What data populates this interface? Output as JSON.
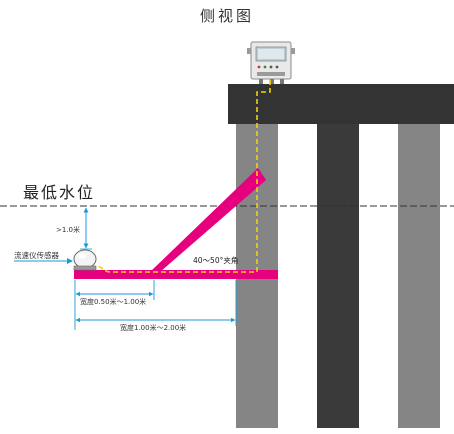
{
  "title": "侧视图",
  "water_level_label": "最低水位",
  "depth_label": ">1.0米",
  "sensor_label": "流速仪传感器",
  "angle_label": "40～50°夹角",
  "width_short_label": "宽度0.50米～1.00米",
  "width_long_label": "宽度1.00米～2.00米",
  "colors": {
    "pillar_light": "#858585",
    "pillar_dark": "#3a3a3a",
    "beam": "#333333",
    "bracket": "#e6007e",
    "cable": "#f2d200",
    "dimension": "#1a9ad6",
    "water_line": "#333333"
  },
  "icons": {
    "controller": "controller-box-icon",
    "sensor": "flow-sensor-icon"
  }
}
